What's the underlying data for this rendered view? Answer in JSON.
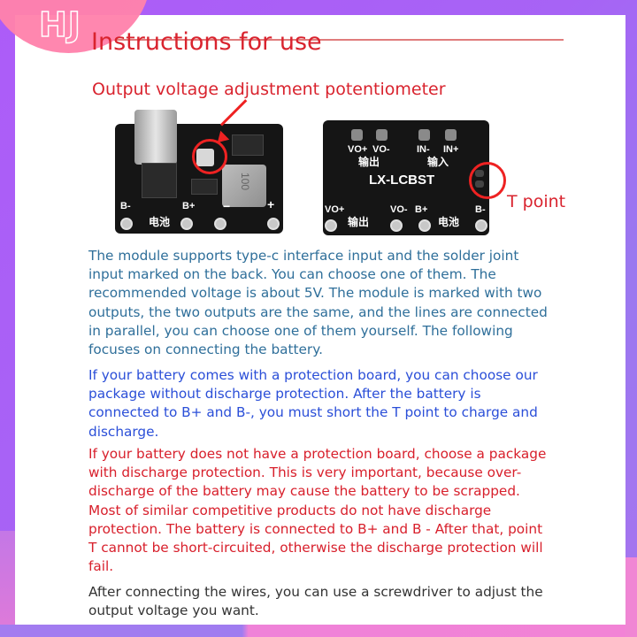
{
  "logo": {
    "text": "HJ"
  },
  "header": {
    "title": "Instructions for use"
  },
  "figure": {
    "caption": "Output voltage adjustment potentiometer",
    "front_board": {
      "labels": [
        "B-",
        "B+",
        "−",
        "+"
      ],
      "battery_label": "电池",
      "inductor_label": "100"
    },
    "back_board": {
      "top_labels": [
        "VO+",
        "VO-",
        "IN-",
        "IN+"
      ],
      "output_label": "输出",
      "input_label": "输入",
      "model": "LX-LCBST",
      "bottom_labels": [
        "VO+",
        "VO-",
        "B+",
        "B-"
      ],
      "bottom_output": "输出",
      "bottom_battery": "电池"
    },
    "t_point_label": "T point"
  },
  "paragraphs": {
    "intro": "The module supports type-c interface input and the solder joint input marked on the back. You can choose one of them. The recommended voltage is about 5V. The module is marked with two outputs, the two outputs are the same, and the lines are connected in parallel, you can choose one of them yourself. The following focuses on connecting the battery.",
    "with_protection": "If your battery comes with a protection board, you can choose our package without discharge protection. After the battery is connected to B+ and B-, you must short the T point to charge and discharge.",
    "without_protection": "If your battery does not have a protection board, choose a package with discharge protection. This is very important, because over-discharge of the battery may cause the battery to be scrapped. Most of similar competitive products do not have discharge protection. The battery is connected to B+ and B - After that, point T cannot be short-circuited, otherwise the discharge protection will fail.",
    "adjust": "After connecting the wires, you can use a screwdriver to adjust the output voltage you want."
  },
  "colors": {
    "frame_purple": "#a95ff7",
    "frame_pink": "#f283d6",
    "logo_pink": "#ff82ac",
    "title_red": "#d9232e",
    "intro_teal": "#2f6f9a",
    "protection_blue": "#2b4fd8",
    "warning_red": "#d8202c",
    "body_gray": "#333333"
  }
}
